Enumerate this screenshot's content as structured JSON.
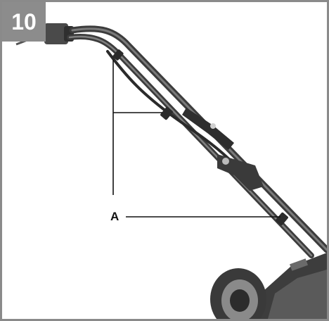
{
  "figure": {
    "number": "10",
    "callout": "A"
  },
  "colors": {
    "frame": "#8a8a8a",
    "badge": "#8c8c8c",
    "handle": "#3a3a3a",
    "leader": "#111111"
  },
  "icons": [
    "lawnmower-handle-illustration",
    "wheel-illustration"
  ]
}
